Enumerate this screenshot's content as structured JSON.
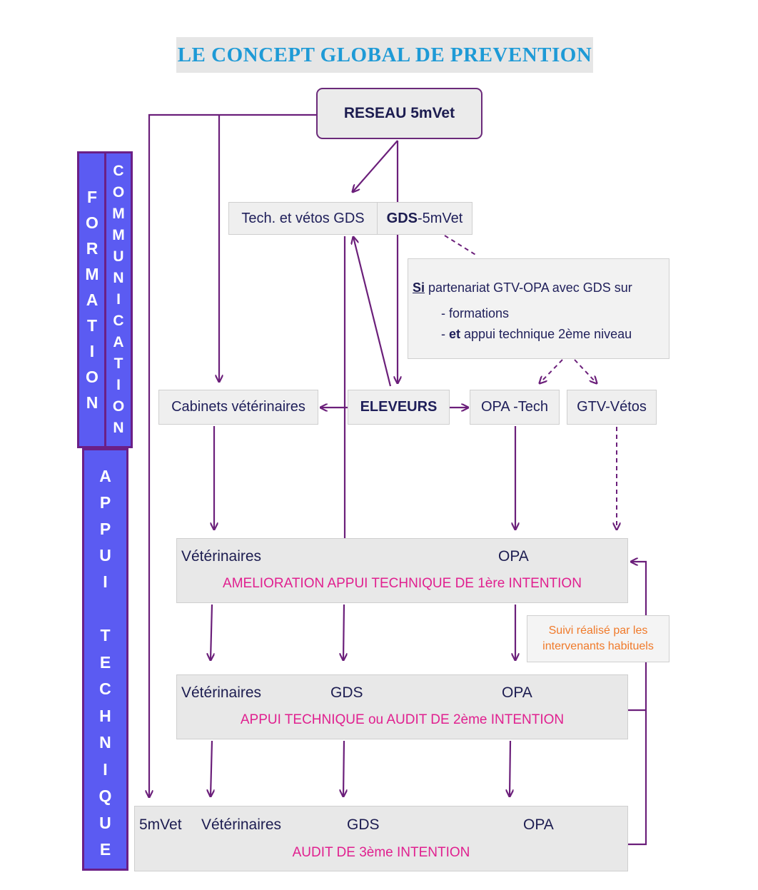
{
  "title": "LE CONCEPT GLOBAL DE PREVENTION",
  "reseau": "RESEAU 5mVet",
  "side_bars": {
    "formation": [
      "F",
      "O",
      "R",
      "M",
      "A",
      "T",
      "I",
      "O",
      "N"
    ],
    "communication": [
      "C",
      "O",
      "M",
      "M",
      "U",
      "N",
      "I",
      "C",
      "A",
      "T",
      "I",
      "O",
      "N"
    ],
    "appui": [
      "A",
      "P",
      "P",
      "U",
      "I"
    ],
    "technique": [
      "T",
      "E",
      "C",
      "H",
      "N",
      "I",
      "Q",
      "U",
      "E"
    ]
  },
  "gds_row": {
    "left": "Tech. et vétos GDS",
    "right_bold": "GDS",
    "right_rest": "-5mVet"
  },
  "partnership_note": {
    "si": "Si",
    "line1": " partenariat GTV-OPA avec GDS sur",
    "line2": "- formations",
    "line3_dash": "- ",
    "line3_bold": "et",
    "line3_rest": " appui technique 2ème niveau"
  },
  "middle_row": {
    "cabinets": "Cabinets vétérinaires",
    "eleveurs": "ELEVEURS",
    "opa_tech": "OPA -Tech",
    "gtv_vetos": "GTV-Vétos"
  },
  "level1": {
    "veterinaires": "Vétérinaires",
    "opa": "OPA",
    "subtitle": "AMELIORATION APPUI TECHNIQUE DE 1ère INTENTION"
  },
  "suivi_note": {
    "line1": "Suivi réalisé par les",
    "line2": "intervenants habituels"
  },
  "level2": {
    "veterinaires": "Vétérinaires",
    "gds": "GDS",
    "opa": "OPA",
    "subtitle": "APPUI TECHNIQUE ou AUDIT DE 2ème INTENTION"
  },
  "level3": {
    "fivemvet": "5mVet",
    "veterinaires": "Vétérinaires",
    "gds": "GDS",
    "opa": "OPA",
    "subtitle": "AUDIT DE 3ème INTENTION"
  },
  "colors": {
    "arrow": "#6b1f7a",
    "bar_fill": "#5b5bf2",
    "title": "#1e9ad6",
    "subtitle": "#e0208f",
    "note_orange": "#f07a2a"
  }
}
